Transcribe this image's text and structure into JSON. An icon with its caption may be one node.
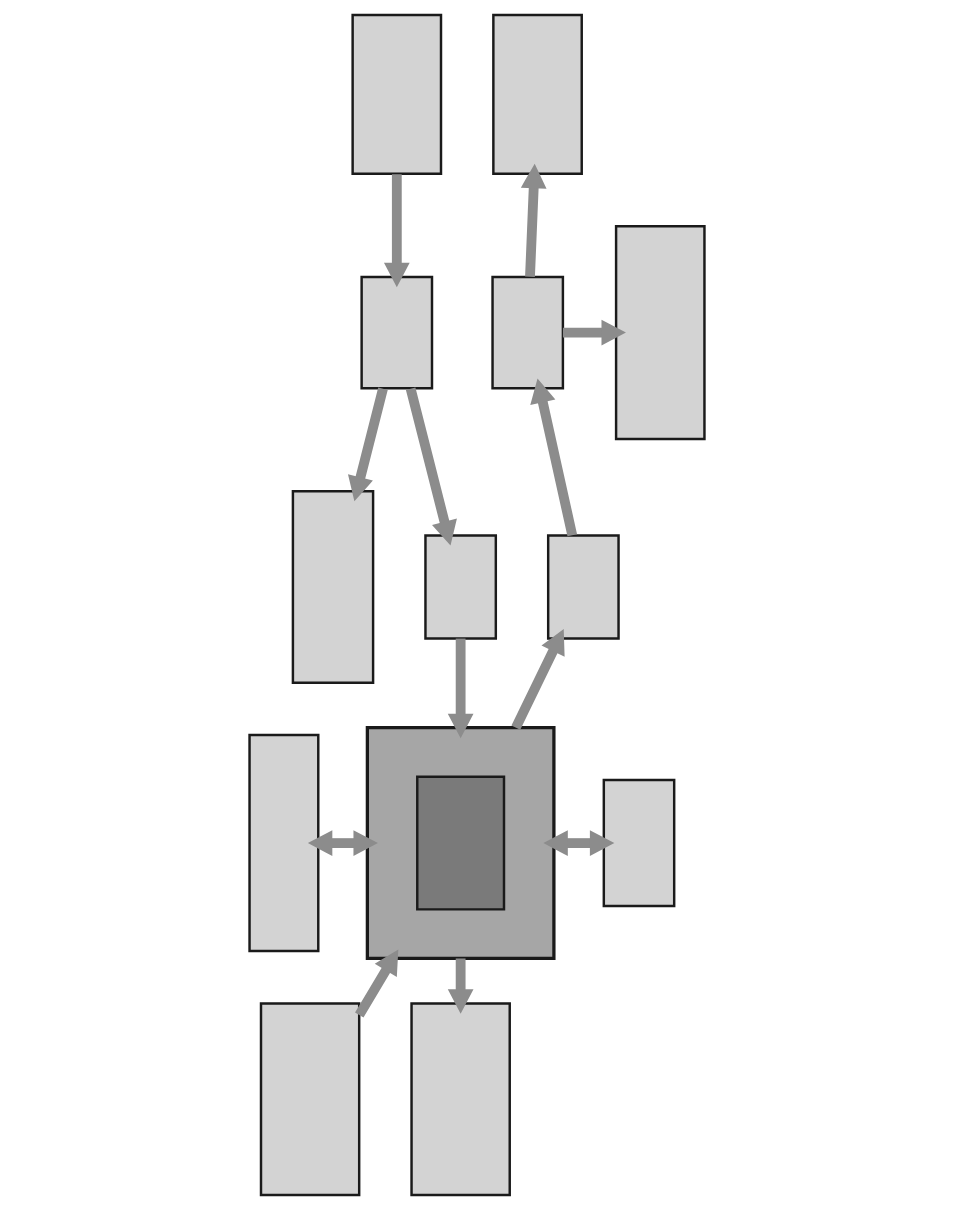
{
  "diagram": {
    "nodes": [
      {
        "text": [],
        "shape": "box"
      },
      {
        "text": [],
        "shape": "box"
      },
      {
        "text": [],
        "shape": "box"
      },
      {
        "text": [],
        "shape": "box"
      },
      {
        "text": [],
        "shape": "box"
      },
      {
        "text": [],
        "shape": "box"
      },
      {
        "text": [],
        "shape": "box"
      },
      {
        "text": [],
        "shape": "box"
      },
      {
        "text": [],
        "shape": "box"
      },
      {
        "text": [],
        "shape": "box",
        "in": 8
      },
      {
        "text": [],
        "shape": "box"
      },
      {
        "text": [],
        "shape": "box"
      },
      {
        "text": [],
        "shape": "box"
      },
      {
        "text": [],
        "shape": "box"
      }
    ],
    "edges": [
      {
        "from": 0,
        "to": 4,
        "arrow": "to"
      },
      {
        "from": 4,
        "to": 6,
        "arrow": "to"
      },
      {
        "from": 4,
        "to": 3,
        "arrow": "to"
      },
      {
        "from": 6,
        "to": 8,
        "arrow": "to"
      },
      {
        "from": 8,
        "to": 7,
        "arrow": "to"
      },
      {
        "from": 7,
        "to": 5,
        "arrow": "to"
      },
      {
        "from": 5,
        "to": 1,
        "arrow": "to"
      },
      {
        "from": 5,
        "to": 2,
        "arrow": "to"
      },
      {
        "from": 10,
        "to": 8,
        "arrow": "both"
      },
      {
        "from": 8,
        "to": 11,
        "arrow": "both"
      },
      {
        "from": 12,
        "to": 8,
        "arrow": "to"
      },
      {
        "from": 8,
        "to": 13,
        "arrow": "to"
      }
    ]
  }
}
